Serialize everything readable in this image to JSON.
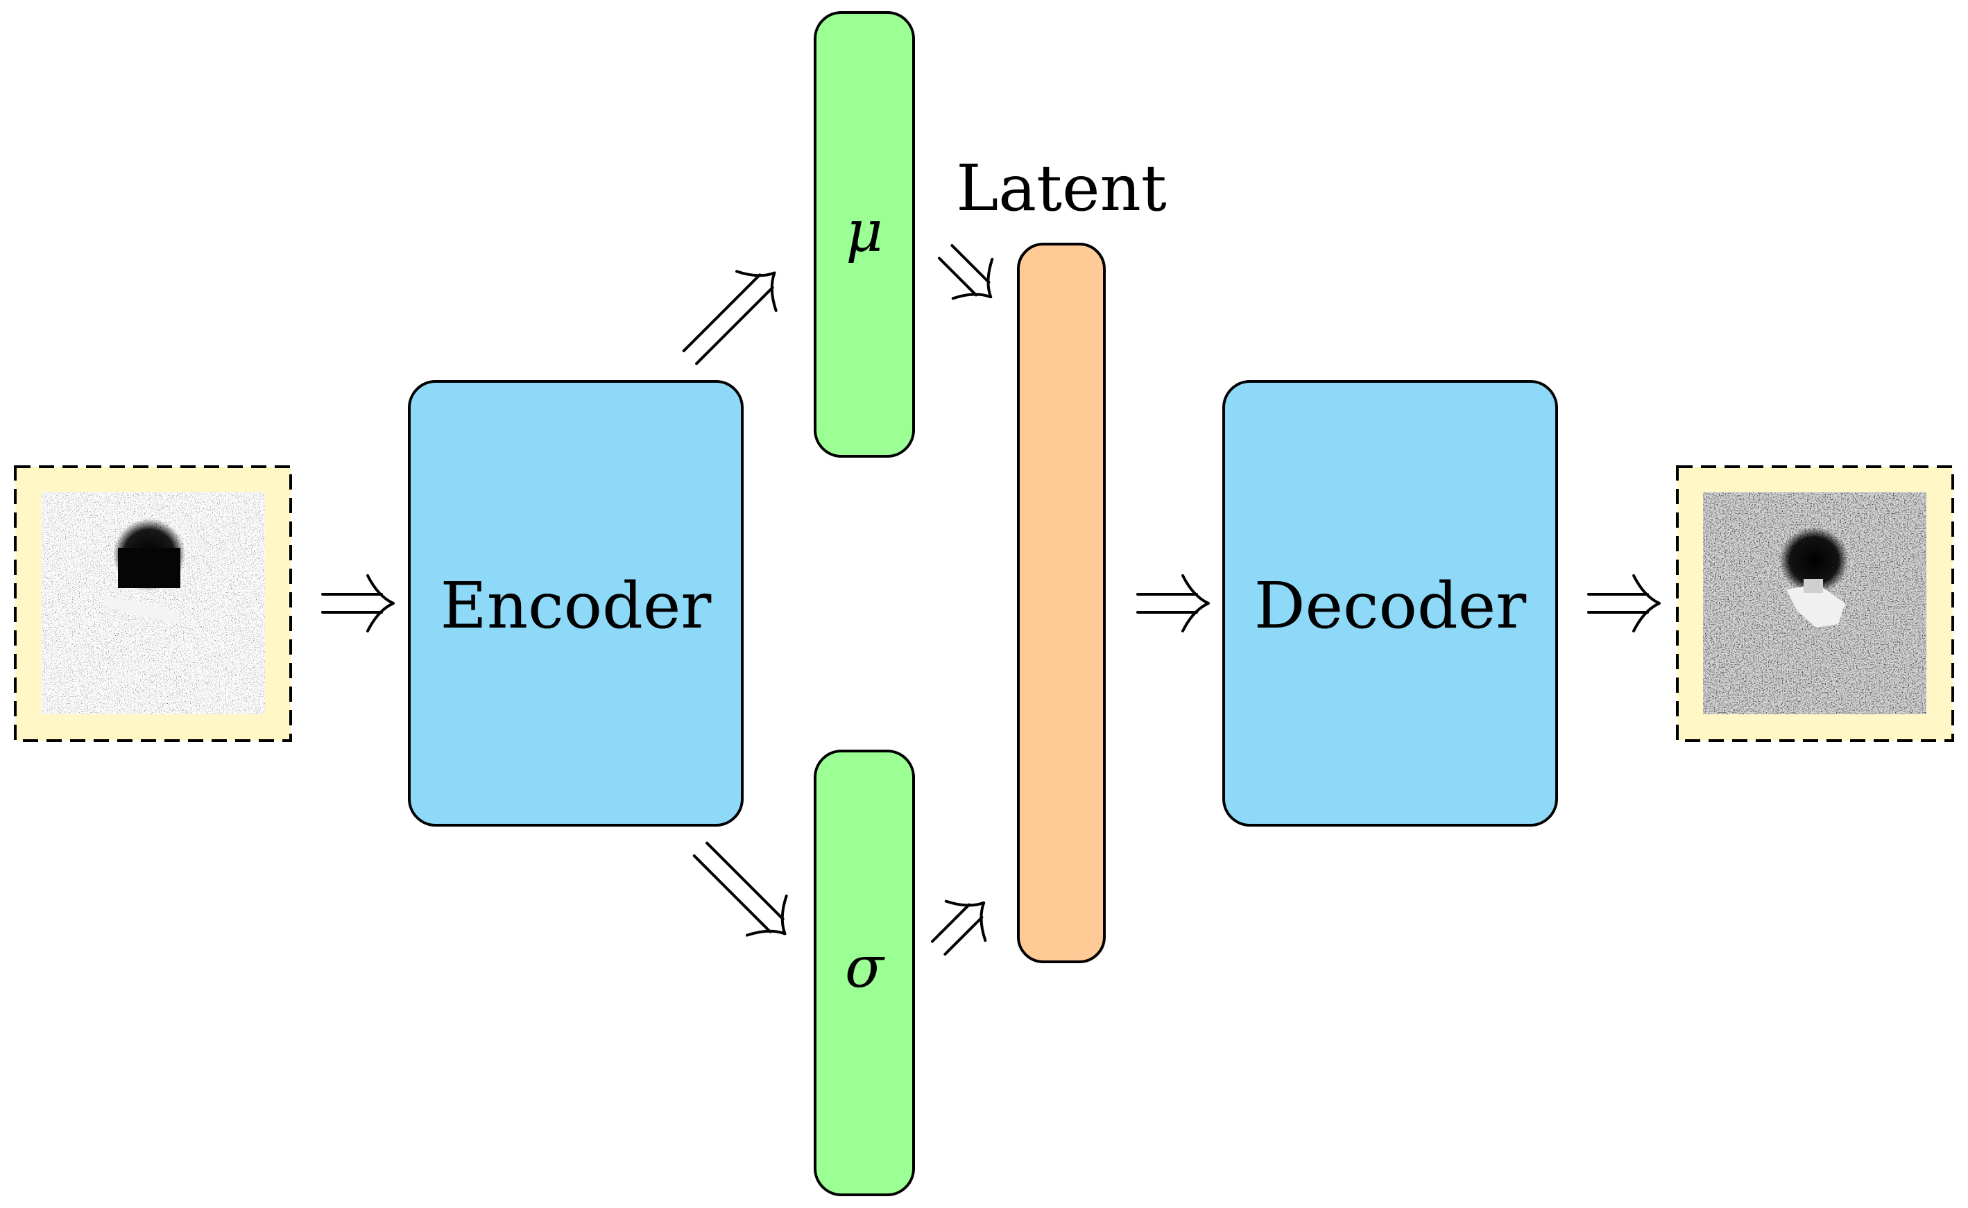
{
  "diagram": {
    "encoder_label": "Encoder",
    "decoder_label": "Decoder",
    "latent_label": "Latent",
    "mu_label": "μ",
    "sigma_label": "σ"
  },
  "colors": {
    "block_blue": "#8ed8f8",
    "bar_green": "#9cff94",
    "latent_orange": "#fecb96",
    "frame_yellow": "#fff8c6",
    "stroke": "#000000"
  },
  "icons": {
    "arrow": "double-arrow-icon",
    "input_image": "noisy-sonar-image",
    "output_image": "reconstructed-sonar-image"
  }
}
